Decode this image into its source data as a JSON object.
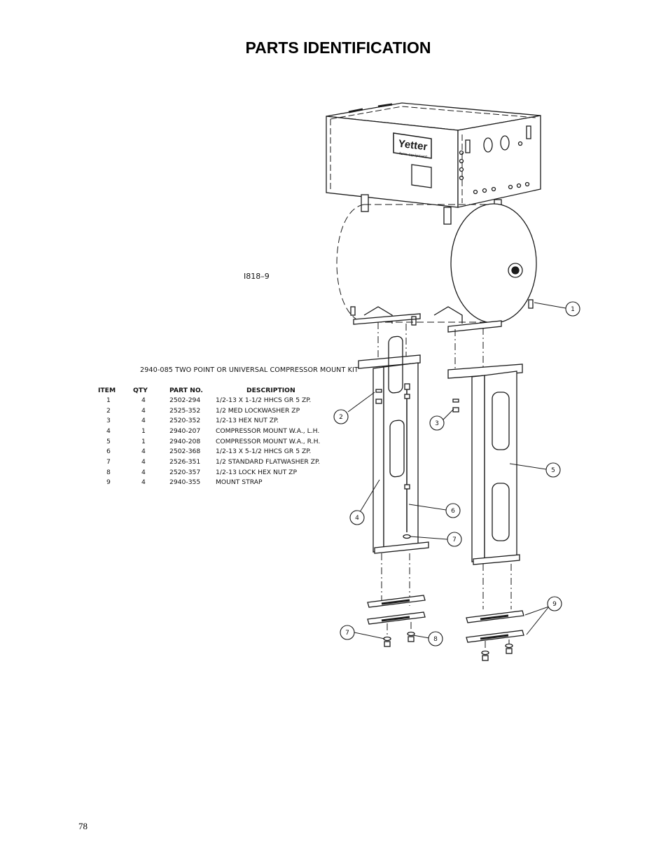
{
  "page": {
    "title": "PARTS IDENTIFICATION",
    "drawing_id": "I818–9",
    "kit_title": "2940-085 TWO POINT OR UNIVERSAL COMPRESSOR MOUNT KIT",
    "page_number": "78"
  },
  "logo": {
    "brand": "Yetter",
    "tagline": "farm equipment"
  },
  "parts_table": {
    "headers": {
      "item": "ITEM",
      "qty": "QTY",
      "part": "PART NO.",
      "description": "DESCRIPTION"
    },
    "rows": [
      {
        "item": "1",
        "qty": "4",
        "part": "2502-294",
        "description": "1/2-13 X 1-1/2 HHCS GR 5 ZP."
      },
      {
        "item": "2",
        "qty": "4",
        "part": "2525-352",
        "description": "1/2 MED LOCKWASHER ZP"
      },
      {
        "item": "3",
        "qty": "4",
        "part": "2520-352",
        "description": "1/2-13 HEX NUT ZP."
      },
      {
        "item": "4",
        "qty": "1",
        "part": "2940-207",
        "description": "COMPRESSOR MOUNT W.A., L.H."
      },
      {
        "item": "5",
        "qty": "1",
        "part": "2940-208",
        "description": "COMPRESSOR MOUNT W.A., R.H."
      },
      {
        "item": "6",
        "qty": "4",
        "part": "2502-368",
        "description": "1/2-13 X 5-1/2 HHCS GR 5 ZP."
      },
      {
        "item": "7",
        "qty": "4",
        "part": "2526-351",
        "description": "1/2 STANDARD FLATWASHER ZP."
      },
      {
        "item": "8",
        "qty": "4",
        "part": "2520-357",
        "description": "1/2-13 LOCK HEX NUT ZP"
      },
      {
        "item": "9",
        "qty": "4",
        "part": "2940-355",
        "description": "MOUNT STRAP"
      }
    ]
  },
  "callouts": {
    "c1": "1",
    "c2": "2",
    "c3": "3",
    "c4": "4",
    "c5": "5",
    "c6": "6",
    "c7a": "7",
    "c7b": "7",
    "c8": "8",
    "c9": "9"
  }
}
